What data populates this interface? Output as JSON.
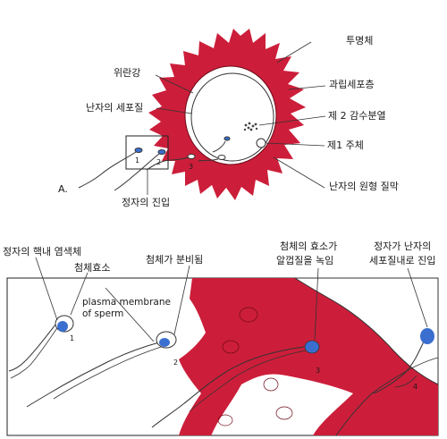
{
  "top_panel": {
    "panel_letter": "A.",
    "labels": {
      "zona_pellucida": "투명체",
      "perivitelline_space": "위란강",
      "corona_radiata": "과립세포층",
      "ooplasm": "난자의 세포질",
      "second_meiotic_division": "제 2 감수분열",
      "first_polar_body": "제1 주체",
      "oolemma": "난자의 원형 질막",
      "sperm_entry": "정자의 진입"
    },
    "sperm_numbers": [
      "1",
      "2",
      "3"
    ]
  },
  "bottom_panel": {
    "labels": {
      "sperm_nucleus": "정자의 핵내 염색체",
      "acrosomal_enzyme": "첨체효소",
      "acrosome_released": "첨체가 분비됨",
      "acrosome_enzyme_dissolves_line1": "첨체의 효소가",
      "acrosome_enzyme_dissolves_line2": "알껍질을  녹임",
      "sperm_enters_line1": "정자가 난자의",
      "sperm_enters_line2": "세포질내로 진입",
      "plasma_membrane_line1": "plasma membrane",
      "plasma_membrane_line2": "of sperm"
    },
    "stage_numbers": [
      "1",
      "2",
      "3",
      "4"
    ]
  },
  "colors": {
    "zona_red": "#cc1e3a",
    "egg_cytoplasm": "#ffffff",
    "sperm_head_blue": "#3a6fd0",
    "line_color": "#333333"
  }
}
